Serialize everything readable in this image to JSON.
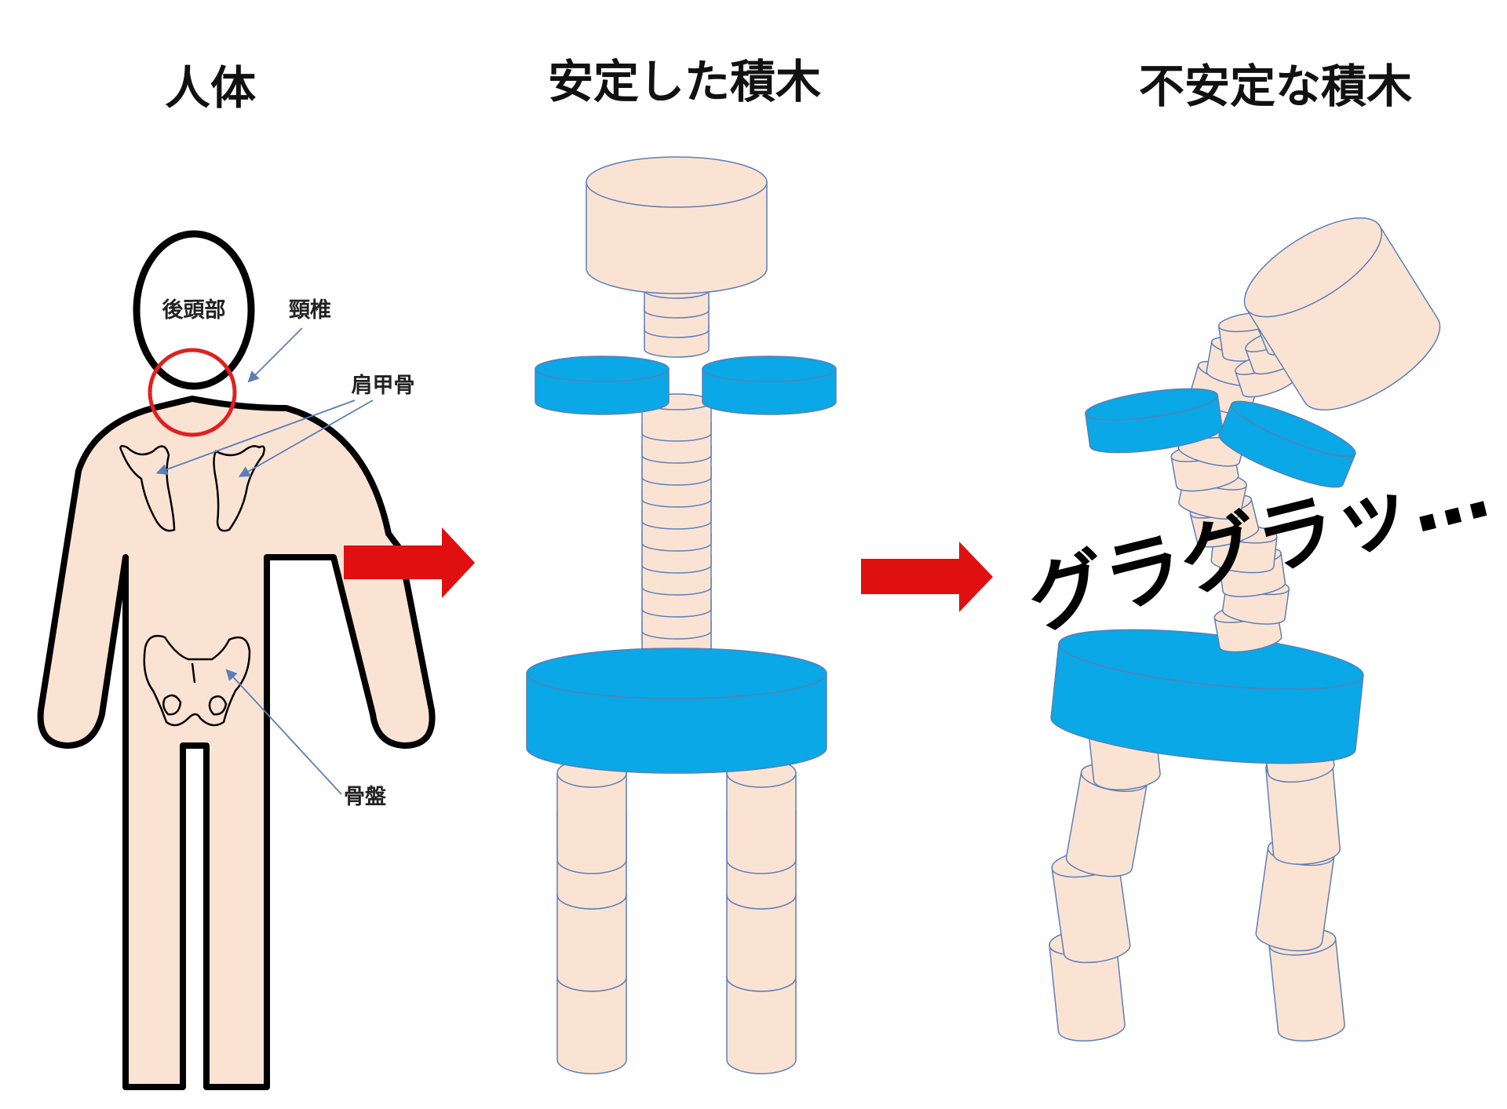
{
  "titles": {
    "human": "人体",
    "stable": "安定した積木",
    "unstable": "不安定な積木"
  },
  "labels": {
    "occiput": "後頭部",
    "cervical": "頸椎",
    "scapula": "肩甲骨",
    "pelvis": "骨盤"
  },
  "shout": "グラグラッ…",
  "colors": {
    "skin": "#fbe3d4",
    "outline_blue": "#5b7fb6",
    "block_blue": "#0aa8e6",
    "arrow_red": "#e01010",
    "circle_red": "#e02020"
  }
}
